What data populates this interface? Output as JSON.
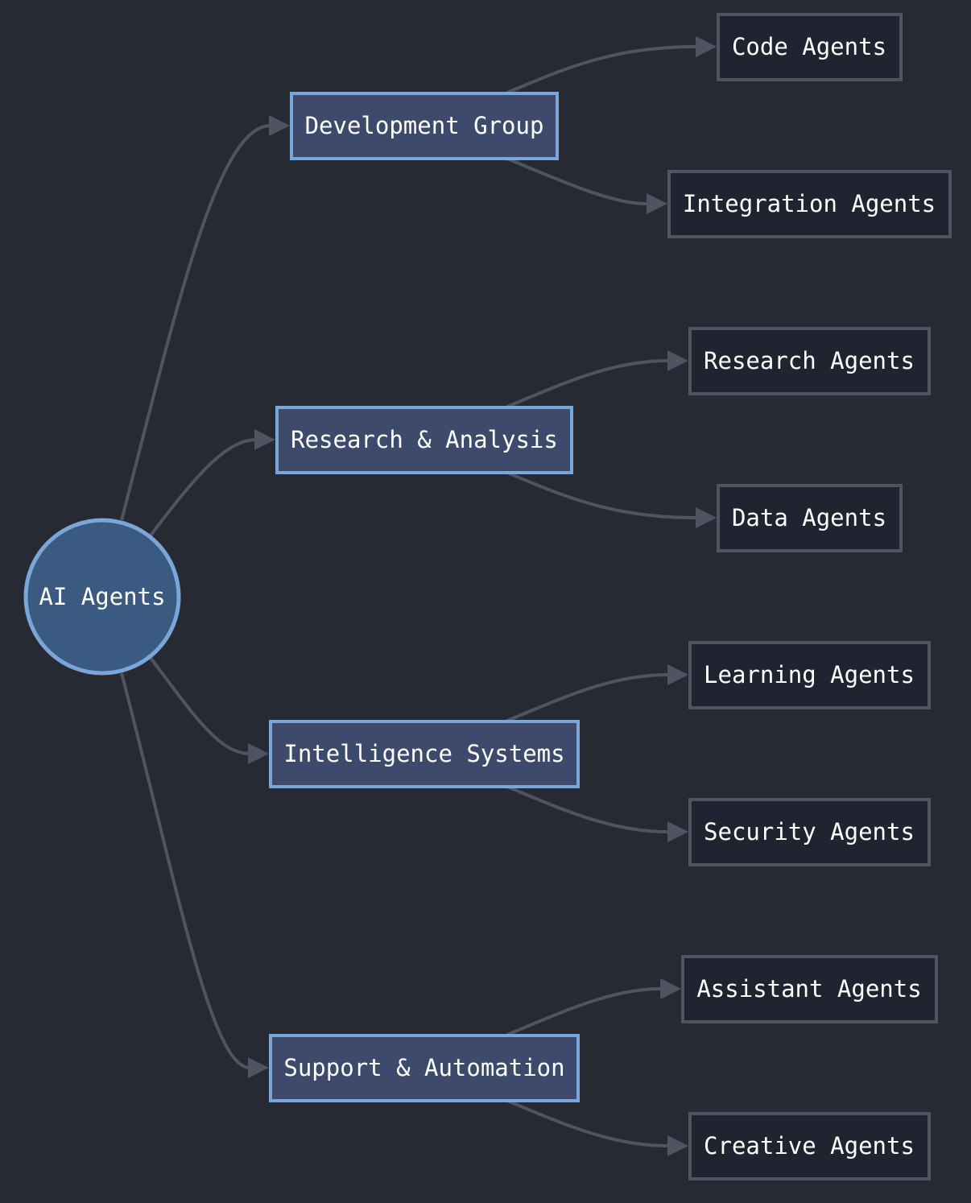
{
  "root": {
    "label": "AI Agents"
  },
  "groups": [
    {
      "label": "Development Group",
      "children": [
        {
          "label": "Code Agents"
        },
        {
          "label": "Integration Agents"
        }
      ]
    },
    {
      "label": "Research & Analysis",
      "children": [
        {
          "label": "Research Agents"
        },
        {
          "label": "Data Agents"
        }
      ]
    },
    {
      "label": "Intelligence Systems",
      "children": [
        {
          "label": "Learning Agents"
        },
        {
          "label": "Security Agents"
        }
      ]
    },
    {
      "label": "Support & Automation",
      "children": [
        {
          "label": "Assistant Agents"
        },
        {
          "label": "Creative Agents"
        }
      ]
    }
  ],
  "colors": {
    "background": "#282a33",
    "root_fill": "#3a5a82",
    "accent_border": "#7ba6d9",
    "group_fill": "#3e4a6b",
    "leaf_fill": "#1f2430",
    "leaf_border": "#4e5461",
    "edge": "#4e5461",
    "text": "#ffffff"
  }
}
